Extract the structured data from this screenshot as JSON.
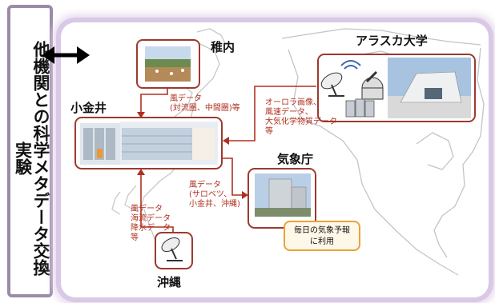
{
  "side_title": "他機関との科学メタデータ交換実験",
  "nodes": {
    "wakkanai": "稚内",
    "koganei": "小金井",
    "alaska": "アラスカ大学",
    "jma": "気象庁",
    "okinawa": "沖縄"
  },
  "flows": {
    "wakkanai_to_koganei": [
      "風データ",
      "(対流圏、中間圏)等"
    ],
    "alaska_to_koganei": [
      "オーロラ画像、",
      "風速データ、",
      "大気化学物質データ",
      "等"
    ],
    "koganei_to_jma": [
      "風データ",
      "(サロベツ、",
      "小金井、沖縄)"
    ],
    "okinawa_to_koganei": [
      "風データ",
      "海流データ",
      "降水データ",
      "等"
    ]
  },
  "note": [
    "毎日の気象予報",
    "に利用"
  ],
  "colors": {
    "accent": "#b0301f",
    "panel_glow": "#d9c8e6",
    "note_border": "#e8a33a"
  }
}
